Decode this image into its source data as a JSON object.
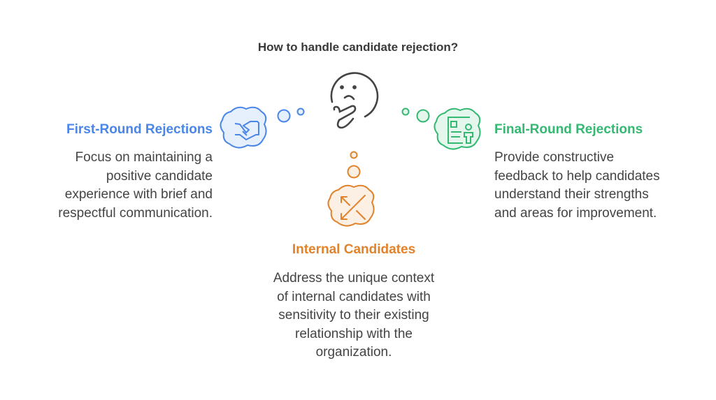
{
  "title": "How to handle candidate rejection?",
  "colors": {
    "blue": "#4a86e8",
    "green": "#34b872",
    "orange": "#e0832c",
    "text": "#444444"
  },
  "items": [
    {
      "icon": "handshake-icon",
      "heading": "First-Round Rejections",
      "lines": [
        "Focus on maintaining a",
        "positive candidate",
        "experience with brief and",
        "respectful communication."
      ]
    },
    {
      "icon": "resume-person-icon",
      "heading": "Final-Round Rejections",
      "lines": [
        "Provide constructive",
        "feedback to help candidates",
        "understand their strengths",
        "and areas for improvement."
      ]
    },
    {
      "icon": "arrows-diagonal-icon",
      "heading": "Internal Candidates",
      "lines": [
        "Address the unique context",
        "of internal candidates with",
        "sensitivity to their existing",
        "relationship with the",
        "organization."
      ]
    }
  ],
  "center_icon": "thinking-face-icon"
}
